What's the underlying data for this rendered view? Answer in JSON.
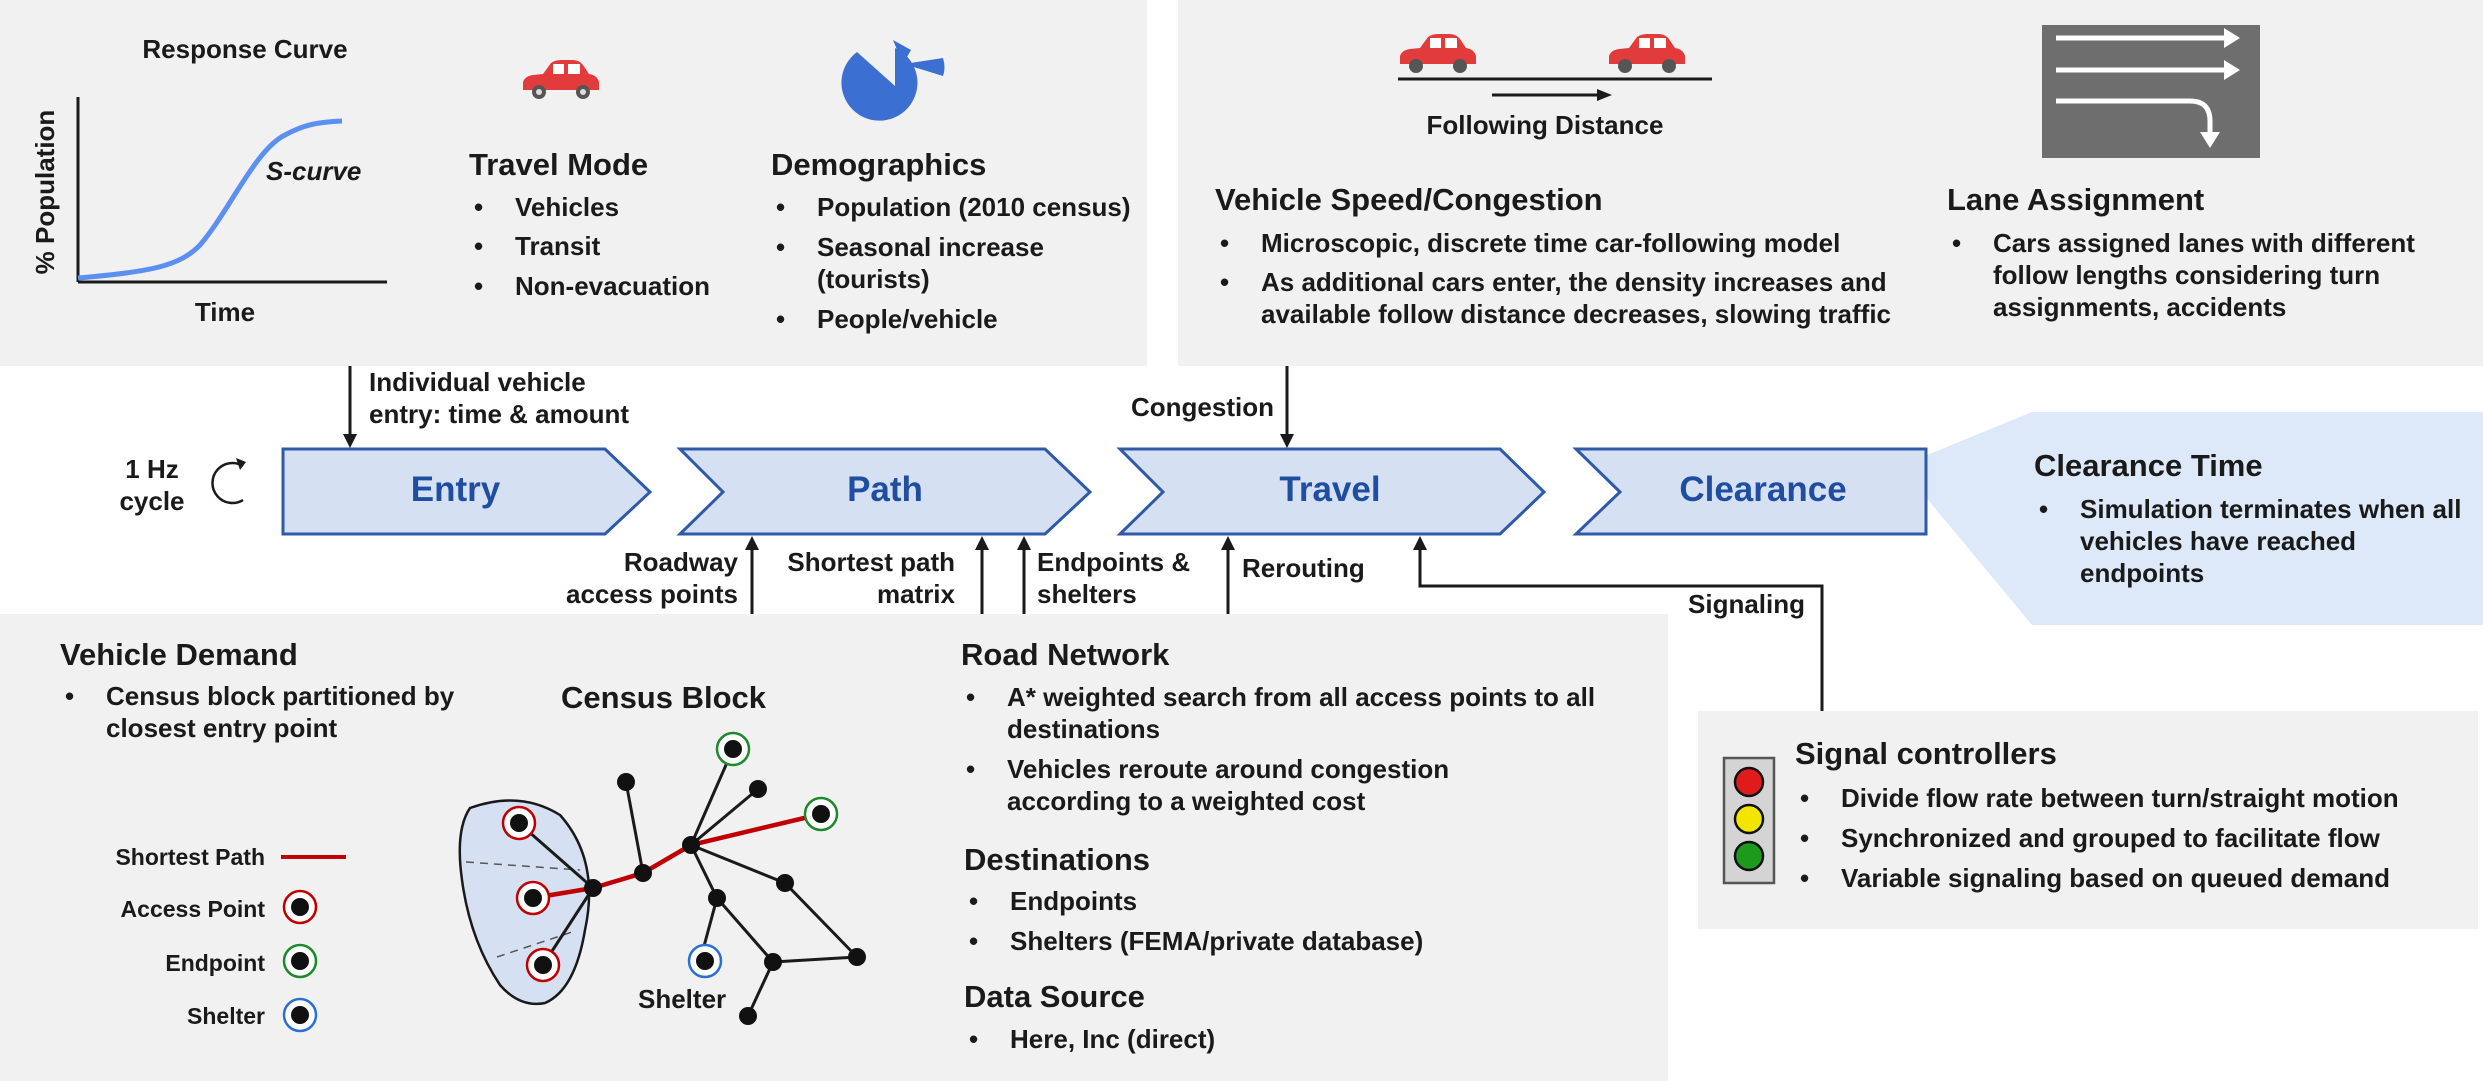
{
  "response_curve": {
    "title": "Response Curve",
    "ylabel": "% Population",
    "xlabel": "Time",
    "curve_label": "S-curve"
  },
  "travel_mode": {
    "title": "Travel Mode",
    "items": [
      "Vehicles",
      "Transit",
      "Non-evacuation"
    ],
    "icon": "car-icon"
  },
  "demographics": {
    "title": "Demographics",
    "items": [
      "Population (2010 census)",
      "Seasonal increase (tourists)",
      "People/vehicle"
    ],
    "icon": "pie-icon"
  },
  "following": {
    "label": "Following Distance"
  },
  "vehicle_speed": {
    "title": "Vehicle Speed/Congestion",
    "items": [
      "Microscopic, discrete time car-following model",
      "As additional cars enter, the density increases and available follow distance decreases, slowing traffic"
    ]
  },
  "lane_assignment": {
    "title": "Lane Assignment",
    "items": [
      "Cars assigned lanes with different follow lengths considering turn assignments, accidents"
    ]
  },
  "flow": {
    "cycle_label": "1 Hz cycle",
    "stages": [
      "Entry",
      "Path",
      "Travel",
      "Clearance"
    ],
    "stage_color": "#d6e0f3",
    "stage_border": "#2e5aa8",
    "stage_text": "#1f4ea0",
    "entry_note": "Individual vehicle entry: time & amount",
    "congestion": "Congestion",
    "roadway": "Roadway access points",
    "shortest_matrix": "Shortest path matrix",
    "endpoints_shelters": "Endpoints & shelters",
    "rerouting": "Rerouting",
    "signaling": "Signaling"
  },
  "clearance_time": {
    "title": "Clearance Time",
    "items": [
      "Simulation terminates when all vehicles have reached endpoints"
    ]
  },
  "vehicle_demand": {
    "title": "Vehicle Demand",
    "items": [
      "Census block partitioned by closest entry point"
    ],
    "census_title": "Census Block",
    "legend": [
      "Shortest Path",
      "Access Point",
      "Endpoint",
      "Shelter"
    ],
    "shelter_label": "Shelter"
  },
  "road_network": {
    "title": "Road Network",
    "items": [
      "A* weighted search from all access points to all destinations",
      "Vehicles reroute around congestion according to a weighted cost"
    ],
    "dest_title": "Destinations",
    "dest_items": [
      "Endpoints",
      "Shelters (FEMA/private database)"
    ],
    "source_title": "Data Source",
    "source_items": [
      "Here, Inc (direct)"
    ]
  },
  "signal": {
    "title": "Signal controllers",
    "items": [
      "Divide flow rate between turn/straight motion",
      "Synchronized and grouped to facilitate flow",
      "Variable signaling based on queued demand"
    ],
    "colors": [
      "#e01b1b",
      "#f2e600",
      "#1c9a1c"
    ]
  },
  "colors": {
    "panel": "#f1f1f1",
    "curve": "#5b8ff0",
    "path_red": "#c00000",
    "endpoint_green": "#1b8a2b",
    "shelter_blue": "#2a6fd6",
    "clearance_bg": "#dde8f8"
  }
}
